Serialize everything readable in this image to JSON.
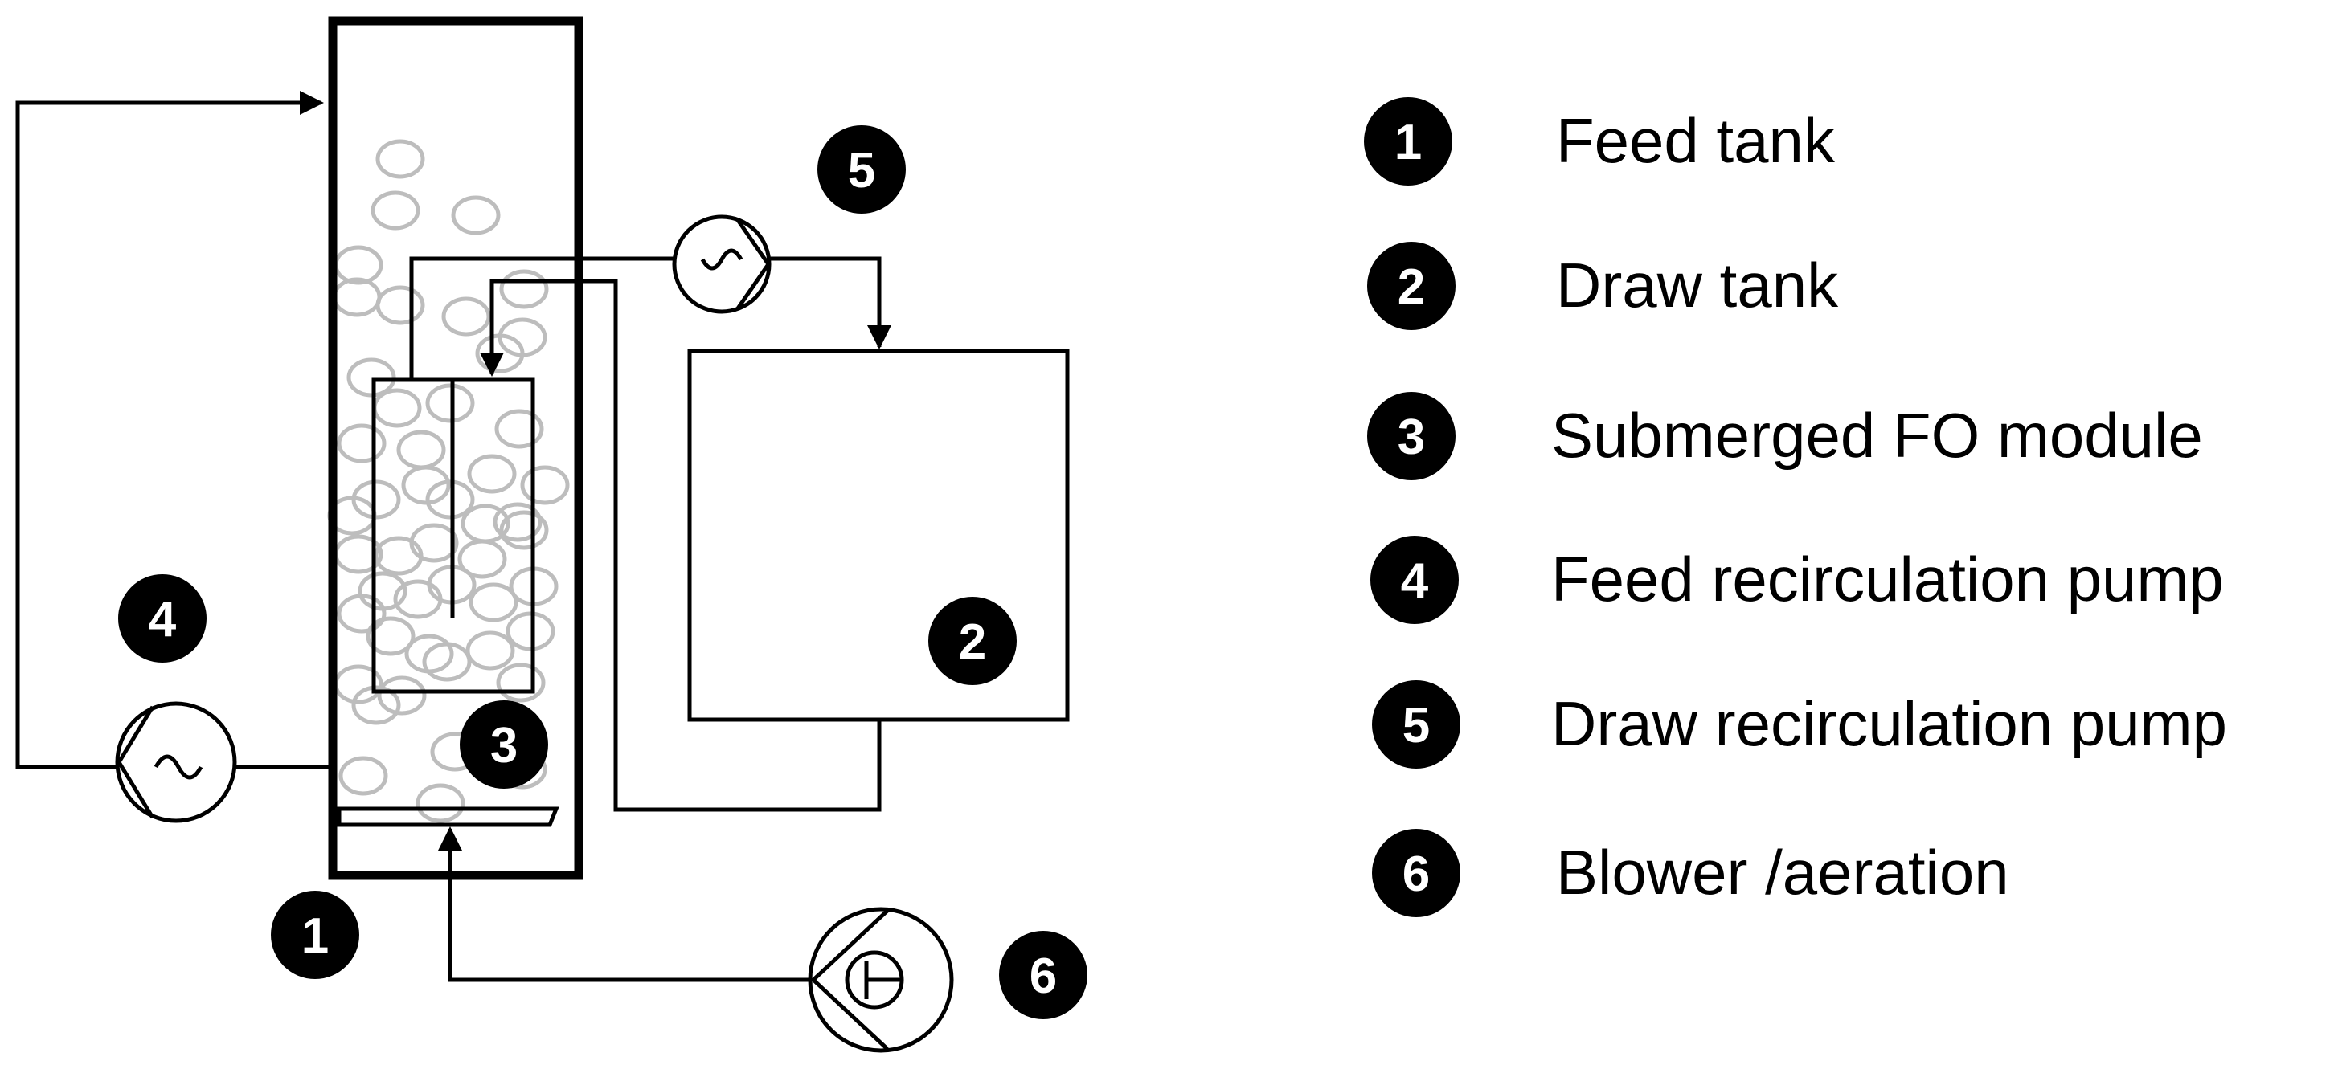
{
  "diagram": {
    "markers": [
      {
        "id": "1",
        "label": "1"
      },
      {
        "id": "2",
        "label": "2"
      },
      {
        "id": "3",
        "label": "3"
      },
      {
        "id": "4",
        "label": "4"
      },
      {
        "id": "5",
        "label": "5"
      },
      {
        "id": "6",
        "label": "6"
      }
    ],
    "components": [
      "feed-tank",
      "draw-tank",
      "submerged-fo-module",
      "feed-recirculation-pump",
      "draw-recirculation-pump",
      "blower",
      "aeration-diffuser"
    ]
  },
  "legend": {
    "items": [
      {
        "number": "1",
        "label": "Feed tank"
      },
      {
        "number": "2",
        "label": "Draw tank"
      },
      {
        "number": "3",
        "label": "Submerged FO module"
      },
      {
        "number": "4",
        "label": "Feed recirculation pump"
      },
      {
        "number": "5",
        "label": "Draw recirculation pump"
      },
      {
        "number": "6",
        "label": "Blower /aeration"
      }
    ]
  },
  "colors": {
    "line": "#000000",
    "bubble": "#bdbdbd",
    "badge_fill": "#000000",
    "badge_text": "#ffffff",
    "background": "#ffffff"
  }
}
